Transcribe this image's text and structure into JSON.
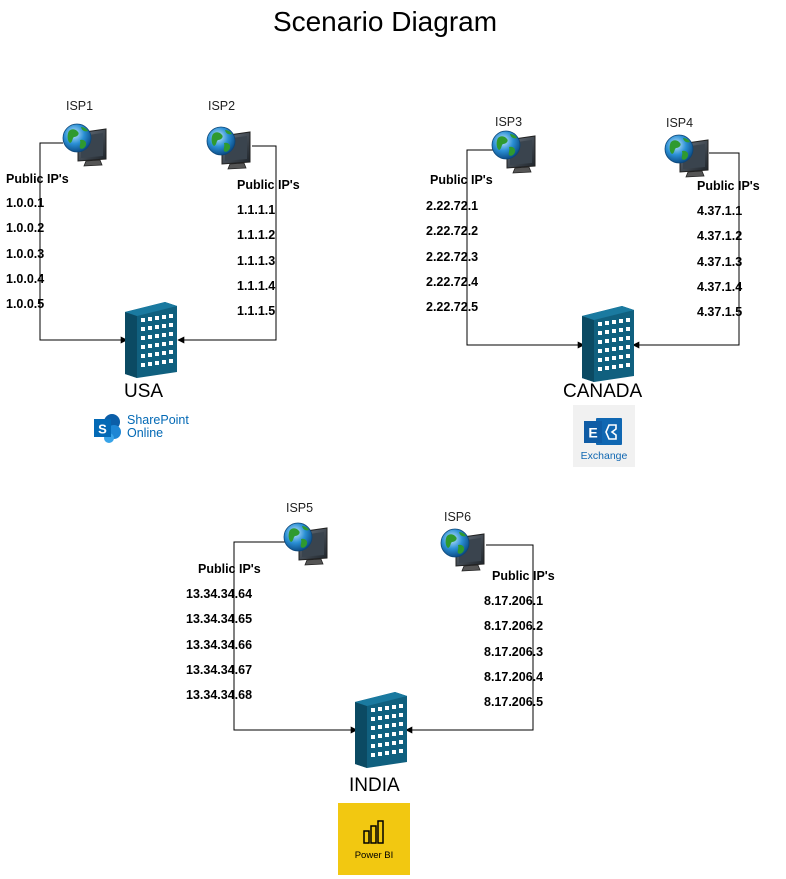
{
  "title": "Scenario Diagram",
  "colors": {
    "building": "#10607f",
    "sharepoint": "#0078d4",
    "exchange": "#1067b2",
    "powerbi": "#f2c811"
  },
  "public_ip_label": "Public IP's",
  "isps": [
    {
      "label": "ISP1",
      "ips": [
        "1.0.0.1",
        "1.0.0.2",
        "1.0.0.3",
        "1.0.0.4",
        "1.0.0.5"
      ]
    },
    {
      "label": "ISP2",
      "ips": [
        "1.1.1.1",
        "1.1.1.2",
        "1.1.1.3",
        "1.1.1.4",
        "1.1.1.5"
      ]
    },
    {
      "label": "ISP3",
      "ips": [
        "2.22.72.1",
        "2.22.72.2",
        "2.22.72.3",
        "2.22.72.4",
        "2.22.72.5"
      ]
    },
    {
      "label": "ISP4",
      "ips": [
        "4.37.1.1",
        "4.37.1.2",
        "4.37.1.3",
        "4.37.1.4",
        "4.37.1.5"
      ]
    },
    {
      "label": "ISP5",
      "ips": [
        "13.34.34.64",
        "13.34.34.65",
        "13.34.34.66",
        "13.34.34.67",
        "13.34.34.68"
      ]
    },
    {
      "label": "ISP6",
      "ips": [
        "8.17.206.1",
        "8.17.206.2",
        "8.17.206.3",
        "8.17.206.4",
        "8.17.206.5"
      ]
    }
  ],
  "sites": [
    {
      "name": "USA",
      "service": "SharePoint Online",
      "service_line1": "SharePoint",
      "service_line2": "Online"
    },
    {
      "name": "CANADA",
      "service": "Exchange",
      "service_line1": "Exchange"
    },
    {
      "name": "INDIA",
      "service": "Power BI",
      "service_line1": "Power BI"
    }
  ]
}
